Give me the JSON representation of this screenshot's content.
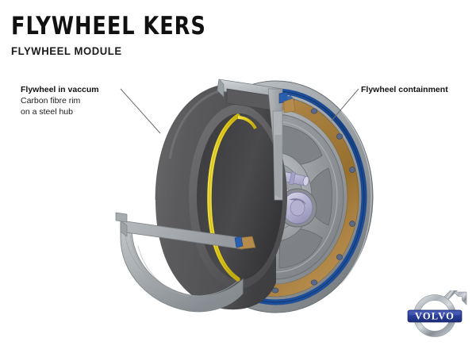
{
  "header": {
    "title": "FLYWHEEL KERS",
    "subtitle": "FLYWHEEL MODULE"
  },
  "callouts": {
    "left": {
      "heading": "Flywheel in vaccum",
      "line2": "Carbon fibre rim",
      "line3": "on a steel hub"
    },
    "right": {
      "heading": "Flywheel containment"
    }
  },
  "brand": {
    "name": "VOLVO"
  },
  "diagram": {
    "title": "flywheel-kers-module-cutaway",
    "description": "Isometric cutaway CAD render of a flywheel KERS module showing the carbon fibre rim flywheel inside a vacuum containment housing",
    "parts": [
      "flywheel-rim",
      "vacuum-housing",
      "containment-ring",
      "bolt-flange",
      "hub-spokes",
      "bearing-assembly",
      "seal-ring"
    ]
  },
  "colors": {
    "background": "#ffffff",
    "text": "#111111",
    "leader_line": "#6e6e72",
    "flywheel_rim_dark": "#565658",
    "flywheel_rim_darker": "#3d3d40",
    "housing_light": "#b9bcbe",
    "housing_mid": "#9a9ea2",
    "housing_shadow": "#7f8387",
    "rotor_face": "#8d9195",
    "rotor_light": "#c6cace",
    "seal_yellow": "#e8d42a",
    "flange_copper": "#a8803f",
    "flange_copper_light": "#c29a5a",
    "containment_blue": "#1c4a93",
    "bearing_lavender": "#b9b6d6",
    "bearing_lavender_light": "#d3d1e6",
    "bolt_head": "#5a6a86",
    "volvo_blue": "#2b3f9e",
    "volvo_silver": "#b7bcc2",
    "volvo_silver_dark": "#7e858d"
  }
}
